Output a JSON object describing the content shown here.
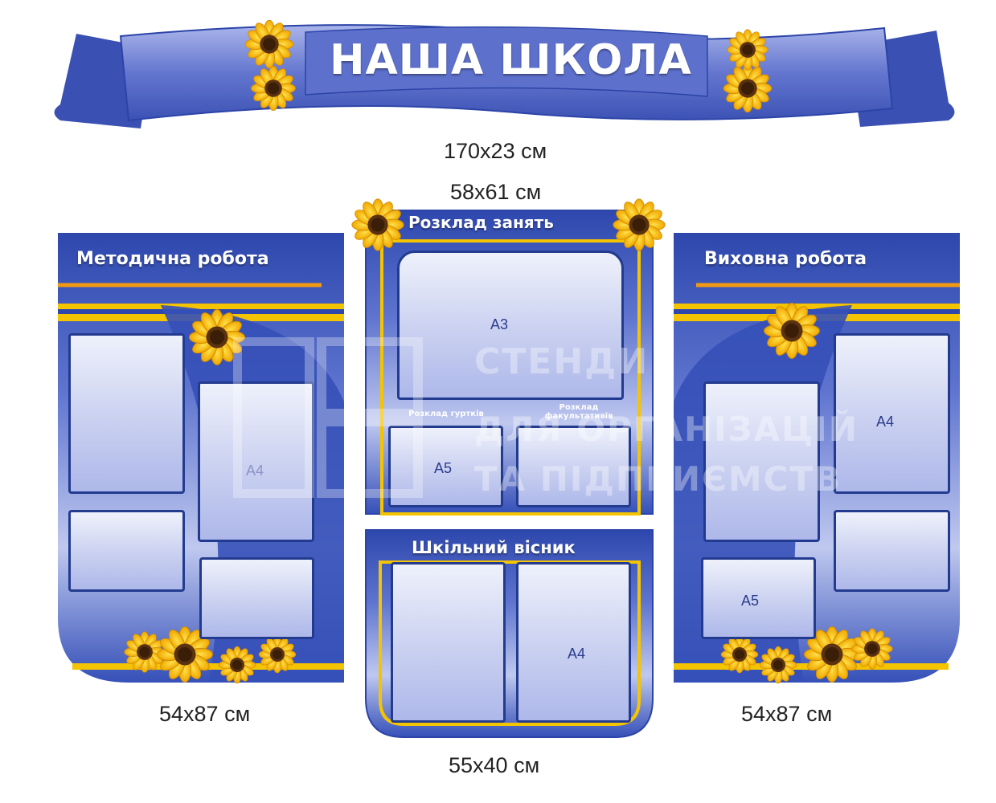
{
  "banner": {
    "title": "НАША ШКОЛА",
    "size": "170x23 см"
  },
  "center_top": {
    "size": "58x61 см",
    "title": "Розклад занять",
    "pockets": {
      "a3": "A3",
      "a5": "A5",
      "circles_label": "Розклад гуртків",
      "electives_label": "Розклад факультативів"
    }
  },
  "center_bottom": {
    "size": "55x40 см",
    "title": "Шкільний вісник",
    "pockets": {
      "a4": "A4"
    }
  },
  "left_panel": {
    "size": "54x87 см",
    "title": "Методична робота",
    "pockets": {
      "a4": "A4"
    }
  },
  "right_panel": {
    "size": "54x87 см",
    "title": "Виховна робота",
    "pockets": {
      "a4": "A4",
      "a5": "A5"
    }
  },
  "watermark": {
    "line1": "СТЕНДИ",
    "line2": "ДЛЯ ОРГАНІЗАЦІЙ",
    "line3": "ТА ПІДПРИЄМСТВ"
  },
  "colors": {
    "panel_blue": "#2f4bb0",
    "light_blue": "#b9c3ef",
    "yellow": "#f5c400",
    "orange": "#f39a12"
  }
}
